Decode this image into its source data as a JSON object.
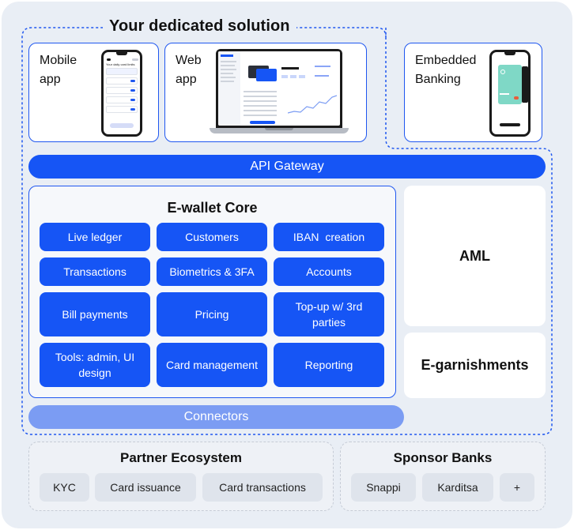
{
  "title": "Your dedicated solution",
  "apps": {
    "mobile": "Mobile\napp",
    "web": "Web\napp",
    "embedded": "Embedded\nBanking"
  },
  "mockups": {
    "mobile_heading": "Your daily card limits"
  },
  "api_gateway": "API Gateway",
  "core": {
    "title": "E-wallet Core",
    "tiles": [
      "Live ledger",
      "Customers",
      "IBAN  creation",
      "Transactions",
      "Biometrics & 3FA",
      "Accounts",
      "Bill payments",
      "Pricing",
      "Top-up w/ 3rd parties",
      "Tools: admin, UI design",
      "Card management",
      "Reporting"
    ]
  },
  "aml": "AML",
  "e_garnishments": "E-garnishments",
  "connectors": "Connectors",
  "partner_ecosystem": {
    "title": "Partner Ecosystem",
    "items": [
      "KYC",
      "Card issuance",
      "Card transactions"
    ]
  },
  "sponsor_banks": {
    "title": "Sponsor Banks",
    "items": [
      "Snappi",
      "Karditsa",
      "+"
    ]
  },
  "colors": {
    "primary": "#1655f5",
    "connectors": "#7b9cf3",
    "background": "#e9eef5",
    "dashed_outline": "#1f57f0"
  }
}
